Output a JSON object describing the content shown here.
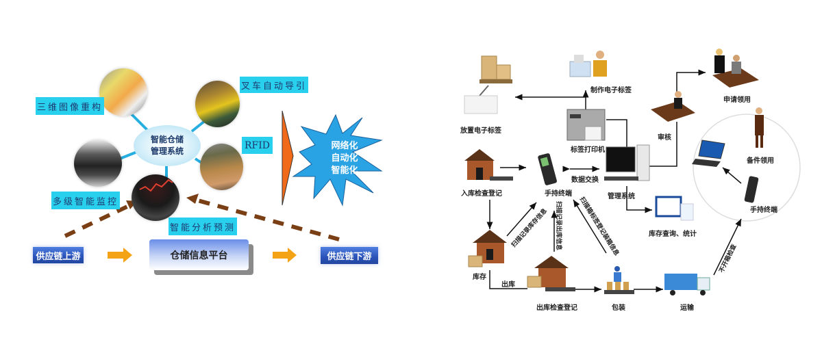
{
  "left_diagram": {
    "hub": {
      "line1": "智能仓储",
      "line2": "管理系统"
    },
    "labels": {
      "reconstruction": "三维图像重构",
      "forklift": "叉车自动导引",
      "rfid": "RFID",
      "monitoring": "多级智能监控",
      "analysis": "智能分析预测"
    },
    "flow": {
      "upstream": "供应链上游",
      "platform": "仓储信息平台",
      "downstream": "供应链下游"
    },
    "starburst": {
      "line1": "网络化",
      "line2": "自动化",
      "line3": "智能化"
    },
    "colors": {
      "label_bg": "#29d0ee",
      "arrow_orange": "#f5a316",
      "dash_brown": "#7a3f14",
      "star_blue": "#2aa3e4",
      "triangle_orange": "#f06a1a"
    }
  },
  "right_diagram": {
    "nodes": {
      "place_tag": "放置电子标签",
      "make_tag": "制作电子标签",
      "printer": "标签打印机",
      "audit": "审核",
      "apply": "申请领用",
      "inbound_check": "入库检查登记",
      "handheld": "手持终端",
      "data_exchange": "数据交换",
      "mgmt_system": "管理系统",
      "inventory_query": "库存查询、统计",
      "spare_parts": "备件领用",
      "handheld2": "手持终端",
      "stock": "库存",
      "outbound": "出库",
      "outbound_check": "出库检查登记",
      "packing": "包装",
      "transport": "运输"
    },
    "edge_labels": {
      "scan_stock": "扫描记录库存信息",
      "scan_outbound": "扫描记录出库信息",
      "scan_packing": "扫描箱标签登记装箱信息",
      "no_open_check": "不开箱检查"
    }
  }
}
